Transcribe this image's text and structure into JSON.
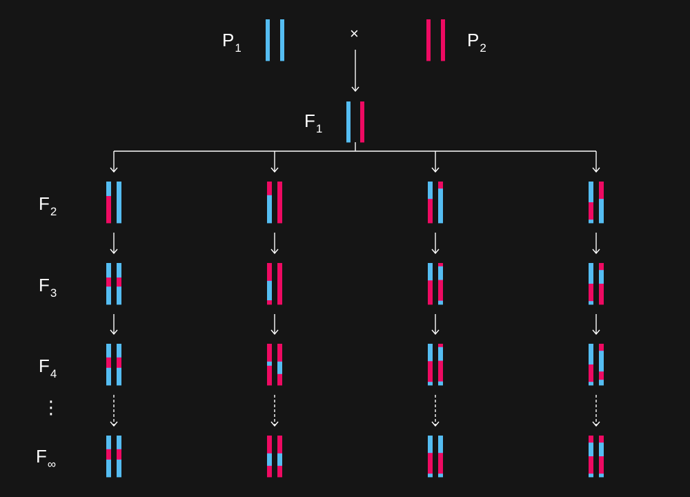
{
  "colors": {
    "background": "#151515",
    "blue": "#55bdf2",
    "pink": "#ee0a62",
    "line": "#ffffff"
  },
  "labels": {
    "p1": "P",
    "p1_sub": "1",
    "p2": "P",
    "p2_sub": "2",
    "f1": "F",
    "f1_sub": "1",
    "f2": "F",
    "f2_sub": "2",
    "f3": "F",
    "f3_sub": "3",
    "f4": "F",
    "f4_sub": "4",
    "finf": "F",
    "finf_sub": "∞",
    "cross": "×",
    "ellipsis": "⋮"
  },
  "parents": {
    "p1": [
      [
        [
          "b",
          1
        ]
      ],
      [
        [
          "b",
          1
        ]
      ]
    ],
    "p2": [
      [
        [
          "p",
          1
        ]
      ],
      [
        [
          "p",
          1
        ]
      ]
    ]
  },
  "f1": [
    [
      [
        "b",
        1
      ]
    ],
    [
      [
        "p",
        1
      ]
    ]
  ],
  "lineages": [
    {
      "F2": [
        [
          [
            "b",
            0.35
          ],
          [
            "p",
            0.65
          ]
        ],
        [
          [
            "b",
            1
          ]
        ]
      ],
      "F3": [
        [
          [
            "b",
            0.35
          ],
          [
            "p",
            0.22
          ],
          [
            "b",
            0.43
          ]
        ],
        [
          [
            "b",
            0.35
          ],
          [
            "p",
            0.22
          ],
          [
            "b",
            0.43
          ]
        ]
      ],
      "F4": [
        [
          [
            "b",
            0.33
          ],
          [
            "p",
            0.25
          ],
          [
            "b",
            0.42
          ]
        ],
        [
          [
            "b",
            0.33
          ],
          [
            "p",
            0.25
          ],
          [
            "b",
            0.42
          ]
        ]
      ],
      "Finf": [
        [
          [
            "b",
            0.33
          ],
          [
            "p",
            0.25
          ],
          [
            "b",
            0.42
          ]
        ],
        [
          [
            "b",
            0.33
          ],
          [
            "p",
            0.25
          ],
          [
            "b",
            0.42
          ]
        ]
      ]
    },
    {
      "F2": [
        [
          [
            "p",
            0.33
          ],
          [
            "b",
            0.67
          ]
        ],
        [
          [
            "p",
            1
          ]
        ]
      ],
      "F3": [
        [
          [
            "p",
            0.43
          ],
          [
            "b",
            0.47
          ],
          [
            "p",
            0.1
          ]
        ],
        [
          [
            "p",
            1
          ]
        ]
      ],
      "F4": [
        [
          [
            "p",
            0.43
          ],
          [
            "b",
            0.1
          ],
          [
            "p",
            0.47
          ]
        ],
        [
          [
            "p",
            0.43
          ],
          [
            "b",
            0.3
          ],
          [
            "p",
            0.27
          ]
        ]
      ],
      "Finf": [
        [
          [
            "p",
            0.43
          ],
          [
            "b",
            0.3
          ],
          [
            "p",
            0.27
          ]
        ],
        [
          [
            "p",
            0.43
          ],
          [
            "b",
            0.3
          ],
          [
            "p",
            0.27
          ]
        ]
      ]
    },
    {
      "F2": [
        [
          [
            "b",
            0.42
          ],
          [
            "p",
            0.58
          ]
        ],
        [
          [
            "p",
            0.17
          ],
          [
            "b",
            0.83
          ]
        ]
      ],
      "F3": [
        [
          [
            "b",
            0.42
          ],
          [
            "p",
            0.58
          ]
        ],
        [
          [
            "p",
            0.08
          ],
          [
            "b",
            0.33
          ],
          [
            "p",
            0.5
          ],
          [
            "b",
            0.09
          ]
        ]
      ],
      "F4": [
        [
          [
            "b",
            0.42
          ],
          [
            "p",
            0.5
          ],
          [
            "b",
            0.08
          ]
        ],
        [
          [
            "p",
            0.08
          ],
          [
            "b",
            0.33
          ],
          [
            "p",
            0.5
          ],
          [
            "b",
            0.09
          ]
        ]
      ],
      "Finf": [
        [
          [
            "b",
            0.42
          ],
          [
            "p",
            0.5
          ],
          [
            "b",
            0.08
          ]
        ],
        [
          [
            "b",
            0.42
          ],
          [
            "p",
            0.5
          ],
          [
            "b",
            0.08
          ]
        ]
      ]
    },
    {
      "F2": [
        [
          [
            "b",
            0.5
          ],
          [
            "p",
            0.42
          ],
          [
            "b",
            0.08
          ]
        ],
        [
          [
            "p",
            0.42
          ],
          [
            "b",
            0.58
          ]
        ]
      ],
      "F3": [
        [
          [
            "b",
            0.5
          ],
          [
            "p",
            0.42
          ],
          [
            "b",
            0.08
          ]
        ],
        [
          [
            "p",
            0.17
          ],
          [
            "b",
            0.33
          ],
          [
            "p",
            0.5
          ]
        ]
      ],
      "F4": [
        [
          [
            "b",
            0.5
          ],
          [
            "p",
            0.42
          ],
          [
            "b",
            0.08
          ]
        ],
        [
          [
            "p",
            0.17
          ],
          [
            "b",
            0.5
          ],
          [
            "p",
            0.2
          ],
          [
            "b",
            0.13
          ]
        ]
      ],
      "Finf": [
        [
          [
            "p",
            0.17
          ],
          [
            "b",
            0.33
          ],
          [
            "p",
            0.42
          ],
          [
            "b",
            0.08
          ]
        ],
        [
          [
            "p",
            0.17
          ],
          [
            "b",
            0.33
          ],
          [
            "p",
            0.42
          ],
          [
            "b",
            0.08
          ]
        ]
      ]
    }
  ]
}
